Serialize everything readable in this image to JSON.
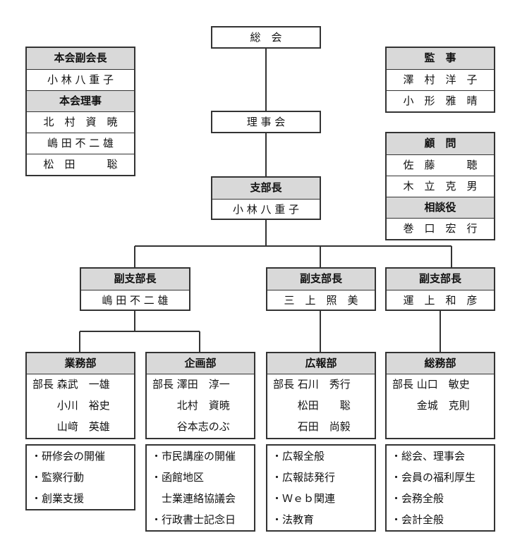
{
  "general_meeting": "総　会",
  "board": "理 事 会",
  "vice_presidents_box": {
    "title": "本会副会長",
    "member": "小 林 八 重 子",
    "directors_title": "本会理事",
    "directors": [
      "北　村　資　暁",
      "嶋 田 不 二 雄",
      "松　田　　　聡"
    ]
  },
  "auditors_box": {
    "title": "監　事",
    "members": [
      "澤　村　洋　子",
      "小　形　雅　晴"
    ]
  },
  "advisors_box": {
    "title": "顧　問",
    "members": [
      "佐　藤　　　聴",
      "木　立　克　男"
    ],
    "counsel_title": "相談役",
    "counsel": "巻　口　宏　行"
  },
  "branch_chief": {
    "title": "支部長",
    "name": "小 林 八 重 子"
  },
  "vice_chiefs": [
    {
      "title": "副支部長",
      "name": "嶋 田 不 二 雄"
    },
    {
      "title": "副支部長",
      "name": "三　上　照　美"
    },
    {
      "title": "副支部長",
      "name": "運　上　和　彦"
    }
  ],
  "departments": [
    {
      "title": "業務部",
      "rows": [
        "部長 森武　一雄",
        "　　 小川　裕史",
        "　　 山﨑　英雄"
      ],
      "duties": [
        "・研修会の開催",
        "・監察行動",
        "・創業支援"
      ]
    },
    {
      "title": "企画部",
      "rows": [
        "部長 澤田　淳一",
        "　　 北村　資暁",
        "　　 谷本志のぶ"
      ],
      "duties": [
        "・市民講座の開催",
        "・函館地区",
        "　士業連絡協議会",
        "・行政書士記念日"
      ]
    },
    {
      "title": "広報部",
      "rows": [
        "部長 石川　秀行",
        "　　 松田　　聡",
        "　　 石田　尚毅"
      ],
      "duties": [
        "・広報全般",
        "・広報誌発行",
        "・Ｗｅｂ関連",
        "・法教育"
      ]
    },
    {
      "title": "総務部",
      "rows": [
        "部長 山口　敏史",
        "　　 金城　克則"
      ],
      "duties": [
        "・総会、理事会",
        "・会員の福利厚生",
        "・会務全般",
        "・会計全般"
      ]
    }
  ]
}
